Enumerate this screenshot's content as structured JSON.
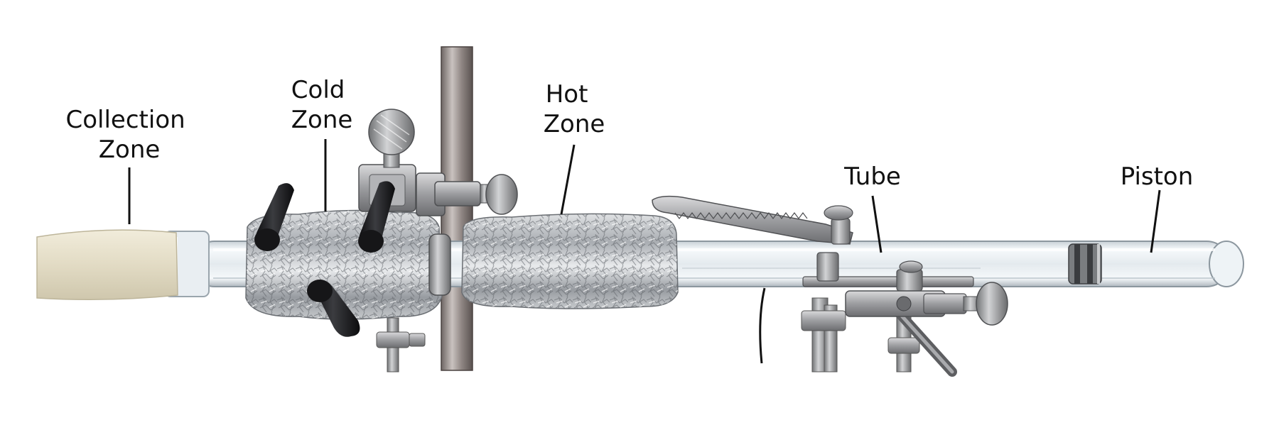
{
  "labels": {
    "collection_zone": [
      "Collection",
      "Zone"
    ],
    "cold_zone": [
      "Cold",
      "Zone"
    ],
    "hot_zone": [
      "Hot",
      "Zone"
    ],
    "tube": "Tube",
    "piston": "Piston"
  },
  "colors": {
    "background": "#ffffff",
    "text": "#111111",
    "foil": "#b9bdc2",
    "glass": "#e9eff3",
    "steel": "#8e8e90",
    "plug": "#e6e0cc",
    "knob": "#1b1b1d"
  }
}
